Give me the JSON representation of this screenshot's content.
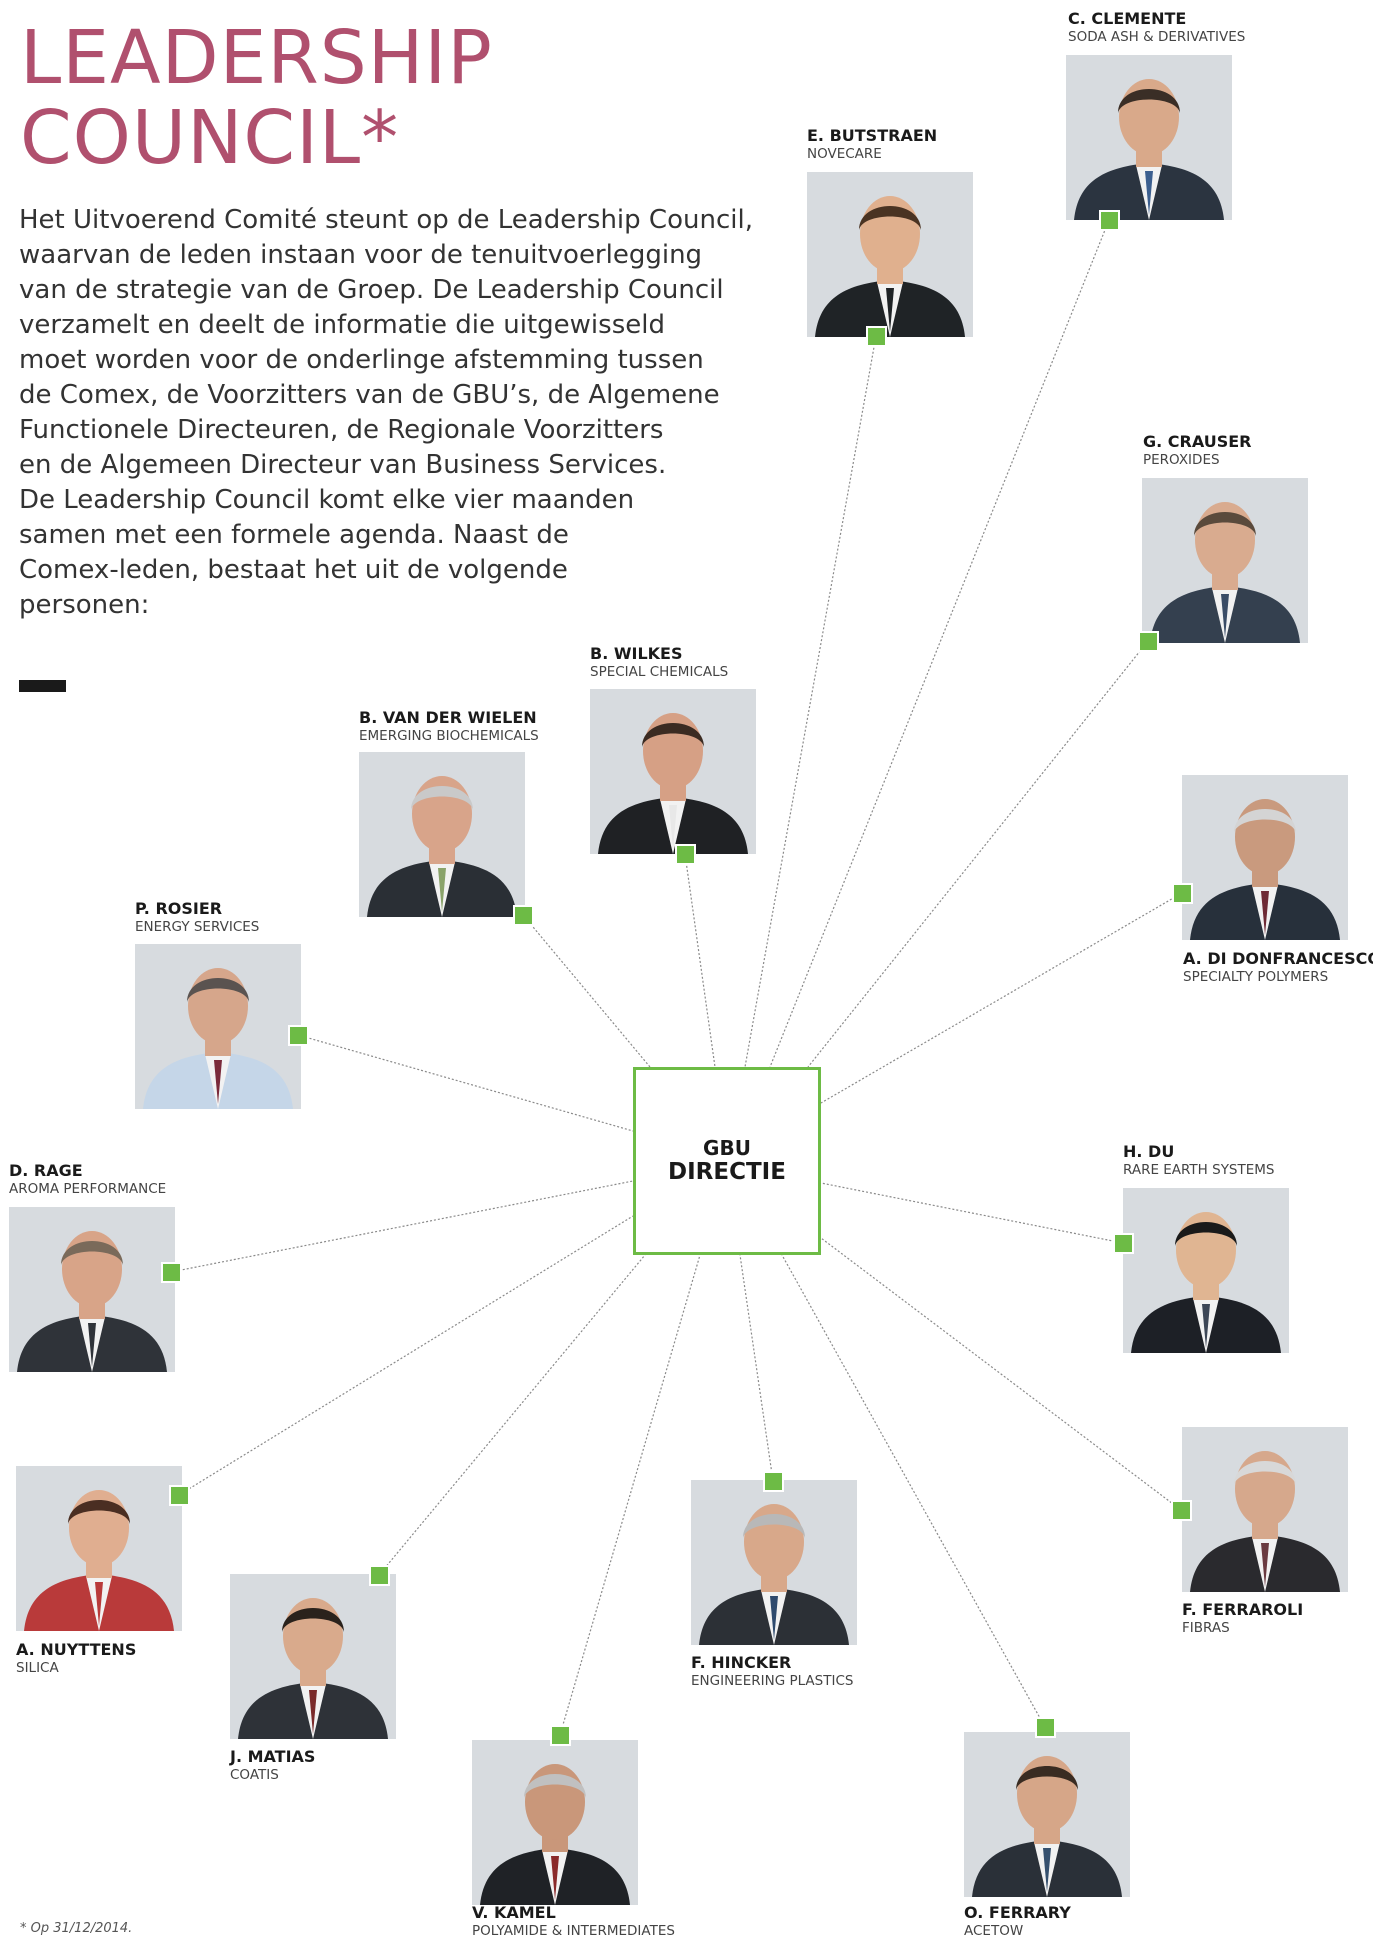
{
  "header": {
    "title_line1": "LEADERSHIP",
    "title_line2": "COUNCIL*",
    "intro": "Het Uitvoerend Comité steunt op de Leadership Council,\nwaarvan de leden instaan voor de tenuitvoerlegging\nvan de strategie van de Groep. De Leadership Council\nverzamelt en deelt de informatie die uitgewisseld\nmoet worden voor de onderlinge afstemming tussen\nde Comex, de Voorzitters van de GBU’s, de Algemene\nFunctionele Directeuren, de Regionale Voorzitters\nen de Algemeen Directeur van Business Services.\nDe Leadership Council komt elke vier maanden\nsamen met een formele agenda. Naast de\nComex-leden, bestaat het uit de volgende\npersonen:"
  },
  "hub": {
    "line1": "GBU",
    "line2": "DIRECTIE"
  },
  "members": [
    {
      "id": "clemente",
      "name": "C. CLEMENTE",
      "role": "SODA ASH & DERIVATIVES",
      "suit": "#2b3440",
      "skin": "#d9a98a",
      "hair": "#3a2e26",
      "tie": "#3c5f8f"
    },
    {
      "id": "butstraen",
      "name": "E. BUTSTRAEN",
      "role": "NOVECARE",
      "suit": "#1f2326",
      "skin": "#e0b08e",
      "hair": "#4a3322",
      "tie": "#1f2326"
    },
    {
      "id": "crauser",
      "name": "G. CRAUSER",
      "role": "PEROXIDES",
      "suit": "#34404f",
      "skin": "#d9ab8f",
      "hair": "#5a4a3c",
      "tie": "#3a4c66"
    },
    {
      "id": "wilkes",
      "name": "B. WILKES",
      "role": "SPECIAL CHEMICALS",
      "suit": "#1f2124",
      "skin": "#d6a085",
      "hair": "#3b2b22",
      "tie": "#e8e8e8"
    },
    {
      "id": "vanderwielen",
      "name": "B. VAN DER WIELEN",
      "role": "EMERGING BIOCHEMICALS",
      "suit": "#2a2f35",
      "skin": "#d8a48a",
      "hair": "#c9c9c9",
      "tie": "#8aa36a"
    },
    {
      "id": "difrancesco",
      "name": "A. DI DONFRANCESCO",
      "role": "SPECIALTY POLYMERS",
      "suit": "#27303b",
      "skin": "#c99a7e",
      "hair": "#d4d4d4",
      "tie": "#6e2a35"
    },
    {
      "id": "rosier",
      "name": "P. ROSIER",
      "role": "ENERGY SERVICES",
      "suit": "#c5d6e8",
      "skin": "#d6a68b",
      "hair": "#5a5350",
      "tie": "#7a2a3a"
    },
    {
      "id": "rage",
      "name": "D. RAGE",
      "role": "AROMA PERFORMANCE",
      "suit": "#2f3339",
      "skin": "#d8a488",
      "hair": "#7a6a5a",
      "tie": "#2f3339"
    },
    {
      "id": "du",
      "name": "H. DU",
      "role": "RARE EARTH SYSTEMS",
      "suit": "#1d2026",
      "skin": "#e0b592",
      "hair": "#1a1a1a",
      "tie": "#3c4656"
    },
    {
      "id": "nuyttens",
      "name": "A. NUYTTENS",
      "role": "SILICA",
      "suit": "#b93a3a",
      "skin": "#e0ae90",
      "hair": "#4a2e22",
      "tie": "#b93a3a"
    },
    {
      "id": "ferraroli",
      "name": "F. FERRAROLI",
      "role": "FIBRAS",
      "suit": "#2a2a2e",
      "skin": "#d6a88c",
      "hair": "#d8d8d8",
      "tie": "#6a3a40"
    },
    {
      "id": "hincker",
      "name": "F. HINCKER",
      "role": "ENGINEERING PLASTICS",
      "suit": "#2c3036",
      "skin": "#d8a88a",
      "hair": "#b8b8b8",
      "tie": "#2e4a6e"
    },
    {
      "id": "matias",
      "name": "J. MATIAS",
      "role": "COATIS",
      "suit": "#2e3238",
      "skin": "#d9aa8c",
      "hair": "#2a221c",
      "tie": "#7a2a2a"
    },
    {
      "id": "kamel",
      "name": "V. KAMEL",
      "role": "POLYAMIDE & INTERMEDIATES",
      "suit": "#1f2226",
      "skin": "#c9977a",
      "hair": "#c0c0c0",
      "tie": "#8a2a2a"
    },
    {
      "id": "ferrary",
      "name": "O. FERRARY",
      "role": "ACETOW",
      "suit": "#2a3038",
      "skin": "#d6a688",
      "hair": "#3a2c22",
      "tie": "#35506e"
    }
  ],
  "footnote": "* Op 31/12/2014."
}
